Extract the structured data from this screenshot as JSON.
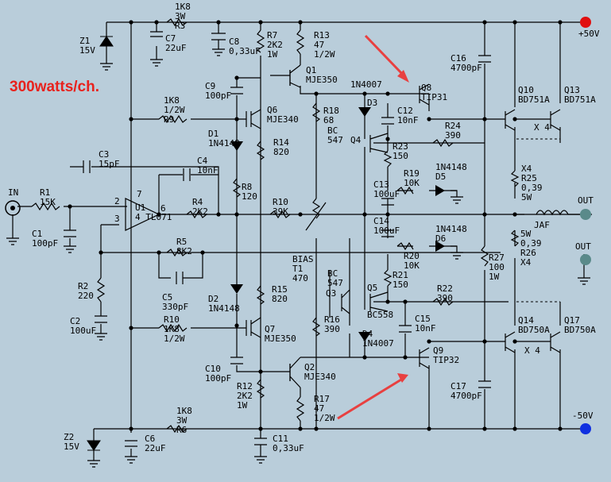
{
  "title": "300watts/ch.",
  "colors": {
    "background": "#b9cdda",
    "positive_rail": "#e01010",
    "negative_rail": "#1030e0",
    "arrow": "#e84040",
    "output_terminal": "#5a8a8a"
  },
  "rails": {
    "positive": "+50V",
    "negative": "-50V"
  },
  "ports": {
    "in": "IN",
    "out1": "OUT",
    "out2": "OUT"
  },
  "components": {
    "Z1": [
      "Z1",
      "15V"
    ],
    "Z2": [
      "Z2",
      "15V"
    ],
    "R3": [
      "1K8",
      "3W",
      "R3"
    ],
    "R6": [
      "1K8",
      "3W",
      "R6"
    ],
    "C7": [
      "C7",
      "22uF"
    ],
    "C6": [
      "C6",
      "22uF"
    ],
    "C8": [
      "C8",
      "0,33uF"
    ],
    "C11": [
      "C11",
      "0,33uF"
    ],
    "R7": [
      "R7",
      "2K2",
      "1W"
    ],
    "R13": [
      "R13",
      "47",
      "1/2W"
    ],
    "Q1": [
      "Q1",
      "MJE350"
    ],
    "C9": [
      "C9",
      "100pF"
    ],
    "R9": [
      "1K8",
      "1/2W",
      "R9"
    ],
    "Q6": [
      "Q6",
      "MJE340"
    ],
    "D1": [
      "D1",
      "1N4148"
    ],
    "R14": [
      "R14",
      "820"
    ],
    "C3": [
      "C3",
      "15pF"
    ],
    "C4": [
      "C4",
      "10nF"
    ],
    "R1": [
      "R1",
      "15K"
    ],
    "C1": [
      "C1",
      "100pF"
    ],
    "U1": [
      "U1",
      "4 TL071"
    ],
    "R4": [
      "R4",
      "2K2"
    ],
    "R8": [
      "R8",
      "120"
    ],
    "R10b": [
      "R10",
      "39K"
    ],
    "R5": [
      "R5",
      "8K2"
    ],
    "C5": [
      "C5",
      "330pF"
    ],
    "R2": [
      "R2",
      "220"
    ],
    "C2": [
      "C2",
      "100uF"
    ],
    "D2": [
      "D2",
      "1N4148"
    ],
    "R15": [
      "R15",
      "820"
    ],
    "R10a": [
      "R10",
      "1K8",
      "1/2W"
    ],
    "Q7": [
      "Q7",
      "MJE350"
    ],
    "C10": [
      "C10",
      "100pF"
    ],
    "Q2": [
      "Q2",
      "MJE340"
    ],
    "R12": [
      "R12",
      "2K2",
      "1W"
    ],
    "R17": [
      "R17",
      "47",
      "1/2W"
    ],
    "R18": [
      "R18",
      "68"
    ],
    "D3label": [
      "1N4007"
    ],
    "D3": [
      "D3"
    ],
    "BC547a": [
      "BC",
      "547"
    ],
    "Q4": [
      "Q4"
    ],
    "C12": [
      "C12",
      "10nF"
    ],
    "R23": [
      "R23",
      "150"
    ],
    "Q8": [
      "Q8",
      "TIP31"
    ],
    "R24": [
      "R24",
      "390"
    ],
    "R19": [
      "R19",
      "10K"
    ],
    "D5": [
      "1N4148",
      "D5"
    ],
    "C13": [
      "C13",
      "100uF"
    ],
    "C14": [
      "C14",
      "100uF"
    ],
    "R20": [
      "R20",
      "10K"
    ],
    "D6": [
      "1N4148",
      "D6"
    ],
    "BIAS": [
      "BIAS",
      "T1",
      "470"
    ],
    "BC547b": [
      "BC",
      "547"
    ],
    "Q3": [
      "Q3"
    ],
    "R21": [
      "R21",
      "150"
    ],
    "Q5": [
      "Q5"
    ],
    "R22": [
      "R22",
      "390"
    ],
    "R16": [
      "R16",
      "390"
    ],
    "BC558": [
      "BC558"
    ],
    "C15": [
      "C15",
      "10nF"
    ],
    "D4": [
      "D4",
      "1N4007"
    ],
    "Q9": [
      "Q9",
      "TIP32"
    ],
    "C16": [
      "C16",
      "4700pF"
    ],
    "C17": [
      "C17",
      "4700pF"
    ],
    "Q10": [
      "Q10",
      "BD751A"
    ],
    "Q13": [
      "Q13",
      "BD751A"
    ],
    "Q14": [
      "Q14",
      "BD750A"
    ],
    "Q17": [
      "Q17",
      "BD750A"
    ],
    "x4a": [
      "X 4"
    ],
    "x4b": [
      "X 4"
    ],
    "R25": [
      "X4",
      "R25",
      "0,39",
      "5W"
    ],
    "R26": [
      "5W",
      "0,39",
      "R26",
      "X4"
    ],
    "JAF": [
      "JAF"
    ],
    "R27": [
      "R27",
      "100",
      "1W"
    ],
    "pins": [
      "2",
      "3",
      "7",
      "6"
    ]
  }
}
